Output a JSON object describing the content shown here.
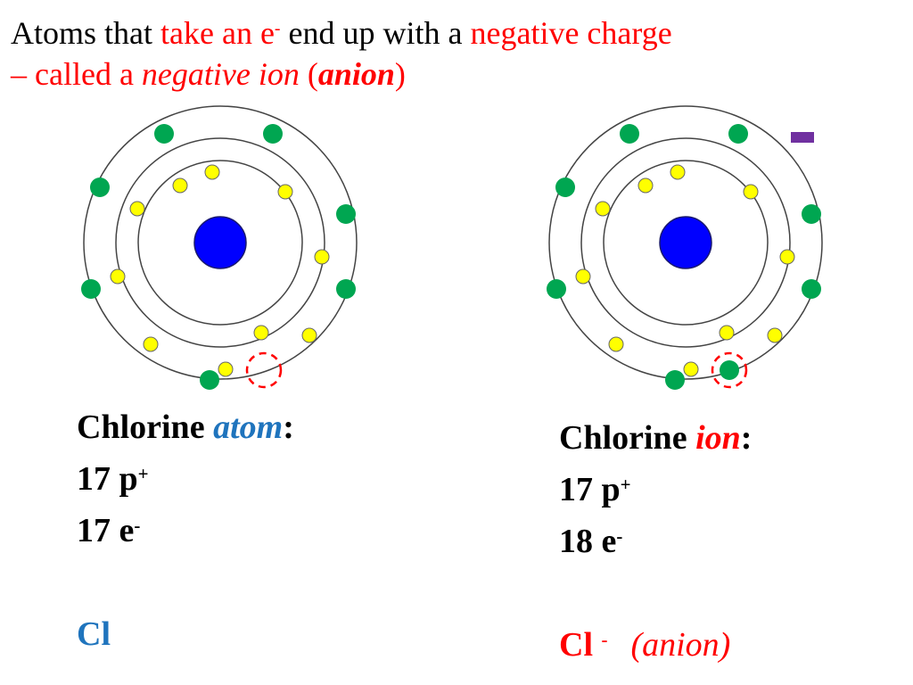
{
  "title": {
    "p1": "Atoms that ",
    "p2": "take an e",
    "p2_sup": "-",
    "p3": " end up with a ",
    "p4": "negative charge",
    "p5": "– called a ",
    "p6": "negative ion",
    "p7": " (",
    "p8": "anion",
    "p9": ")"
  },
  "charge_symbol": "-",
  "atom_panel": {
    "name": "Chlorine ",
    "kind": "atom",
    "colon": ":",
    "protons": "17 p",
    "protons_sup": "+",
    "electrons": "17 e",
    "electrons_sup": "-",
    "symbol": "Cl"
  },
  "ion_panel": {
    "name": "Chlorine ",
    "kind": "ion",
    "colon": ":",
    "protons": "17 p",
    "protons_sup": "+",
    "electrons": "18 e",
    "electrons_sup": "-",
    "symbol": "Cl",
    "symbol_sup": "-",
    "note": "(anion)"
  },
  "colors": {
    "nucleus": "#0000ff",
    "inner_electron": "#ffff00",
    "outer_electron": "#00a651",
    "highlight_circle": "#ff0000",
    "charge_bar": "#7030a0"
  }
}
